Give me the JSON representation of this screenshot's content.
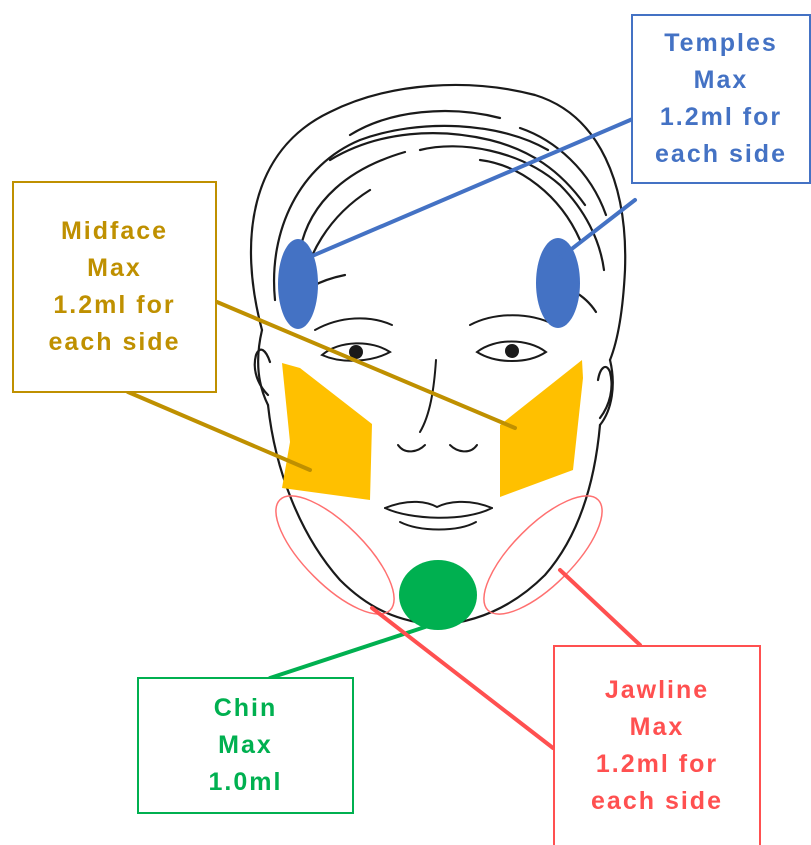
{
  "zones": [
    {
      "id": "temples",
      "lines": [
        "Temples",
        "Max",
        "1.2ml for",
        "each side"
      ],
      "color": "#4472c4"
    },
    {
      "id": "midface",
      "lines": [
        "Midface",
        "Max",
        "1.2ml for",
        "each side"
      ],
      "color": "#bf9000"
    },
    {
      "id": "chin",
      "lines": [
        "Chin",
        "Max",
        "1.0ml"
      ],
      "color": "#00b050"
    },
    {
      "id": "jawline",
      "lines": [
        "Jawline",
        "Max",
        "1.2ml for",
        "each side"
      ],
      "color": "#ff5050"
    }
  ],
  "colors": {
    "temples_fill": "#4472c4",
    "midface_fill": "#ffc000",
    "chin_fill": "#00b050",
    "jawline_outline": "#ff7070",
    "face_ink": "#1a1a1a"
  }
}
